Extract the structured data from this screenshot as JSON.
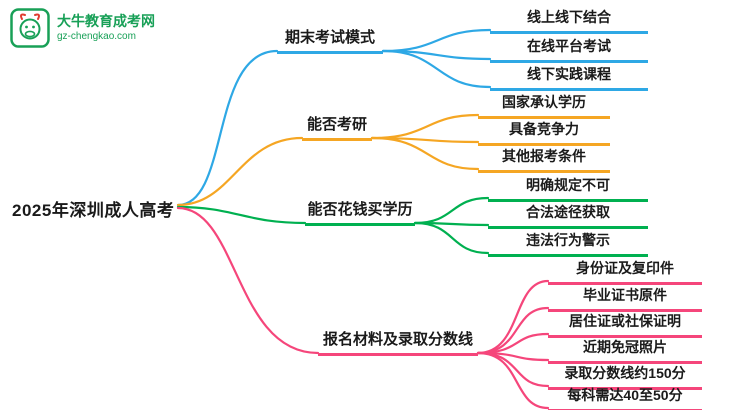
{
  "logo": {
    "site_name": "大牛教育成考网",
    "site_url": "gz-chengkao.com",
    "brand_green": "#18a057",
    "brand_red": "#e03b2f"
  },
  "root": {
    "label": "2025年深圳成人高考"
  },
  "branches": [
    {
      "label": "期末考试模式",
      "color": "#2ea8e5",
      "children": [
        "线上线下结合",
        "在线平台考试",
        "线下实践课程"
      ]
    },
    {
      "label": "能否考研",
      "color": "#f5a623",
      "children": [
        "国家承认学历",
        "具备竞争力",
        "其他报考条件"
      ]
    },
    {
      "label": "能否花钱买学历",
      "color": "#00b050",
      "children": [
        "明确规定不可",
        "合法途径获取",
        "违法行为警示"
      ]
    },
    {
      "label": "报名材料及录取分数线",
      "color": "#f5467b",
      "children": [
        "身份证及复印件",
        "毕业证书原件",
        "居住证或社保证明",
        "近期免冠照片",
        "录取分数线约150分",
        "每科需达40至50分"
      ]
    }
  ]
}
